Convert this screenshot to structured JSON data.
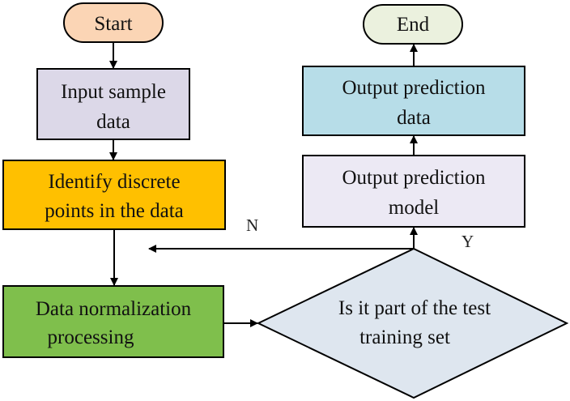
{
  "nodes": {
    "start": {
      "text": "Start",
      "fill": "#fbd5b5"
    },
    "input": {
      "line1": "Input sample",
      "line2": "data",
      "fill": "#dcd8e8"
    },
    "identify": {
      "line1": "Identify discrete",
      "line2": "points in the data",
      "fill": "#ffc000"
    },
    "normalize": {
      "line1": "Data normalization",
      "line2": "processing",
      "fill": "#7fbf4c"
    },
    "decision": {
      "line1": "Is it part of the test",
      "line2": "training set",
      "fill": "#dee6ef"
    },
    "model": {
      "line1": "Output prediction",
      "line2": "model",
      "fill": "#ece9f4"
    },
    "output": {
      "line1": "Output prediction",
      "line2": "data",
      "fill": "#b7dde8"
    },
    "end": {
      "text": "End",
      "fill": "#ebf1de"
    }
  },
  "edge_labels": {
    "no": "N",
    "yes": "Y"
  }
}
